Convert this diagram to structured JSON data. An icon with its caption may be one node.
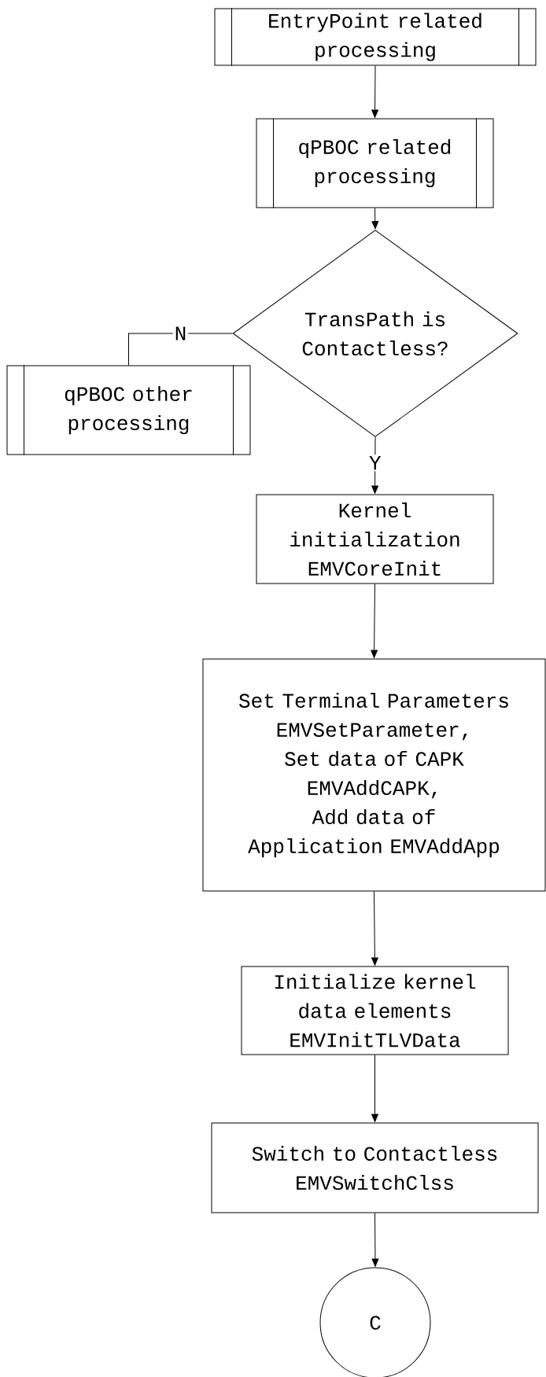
{
  "diagram": {
    "nodes": [
      {
        "text": [
          "EntryPoint related processing"
        ]
      },
      {
        "text": [
          "qPBOC related processing"
        ]
      },
      {
        "text": [
          "TransPath is Contactless?"
        ]
      },
      {
        "text": [
          "qPBOC other processing"
        ]
      },
      {
        "text": [
          "Kernel initialization EMVCoreInit"
        ]
      },
      {
        "text": [
          "Set Terminal Parameters EMVSetParameter,",
          "Set data of CAPK EMVAddCAPK,",
          "Add data of Application EMVAddApp"
        ]
      },
      {
        "text": [
          "Initialize kernel data elements EMVInitTLVData"
        ]
      },
      {
        "text": [
          "Switch to Contactless EMVSwitchClss"
        ]
      },
      {
        "text": [
          "C"
        ]
      }
    ],
    "edges": [
      {
        "from": 0,
        "to": 1,
        "arrow": "to"
      },
      {
        "from": 1,
        "to": 2,
        "arrow": "to"
      },
      {
        "from": 2,
        "to": 3,
        "label": "N",
        "arrow": "none"
      },
      {
        "from": 2,
        "to": 4,
        "label": "Y",
        "arrow": "to"
      },
      {
        "from": 4,
        "to": 5,
        "arrow": "to"
      },
      {
        "from": 5,
        "to": 6,
        "arrow": "to"
      },
      {
        "from": 6,
        "to": 7,
        "arrow": "to"
      },
      {
        "from": 7,
        "to": 8,
        "arrow": "to"
      }
    ]
  }
}
